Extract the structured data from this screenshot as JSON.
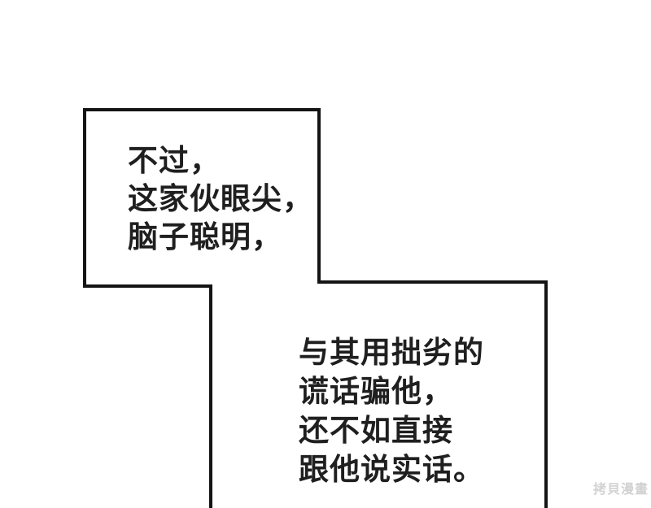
{
  "panel": {
    "background": "#ffffff"
  },
  "colors": {
    "outline": "#141414",
    "text": "#1f1f1f",
    "watermark": "#d2d2d2"
  },
  "bubbles": [
    {
      "id": "bubble-top-left",
      "lines": [
        "不过，",
        "这家伙眼尖，",
        "脑子聪明，"
      ]
    },
    {
      "id": "bubble-bottom-right",
      "lines": [
        "与其用拙劣的",
        "谎话骗他，",
        "还不如直接",
        "跟他说实话。"
      ]
    }
  ],
  "watermark": {
    "text": "拷貝漫畫"
  }
}
